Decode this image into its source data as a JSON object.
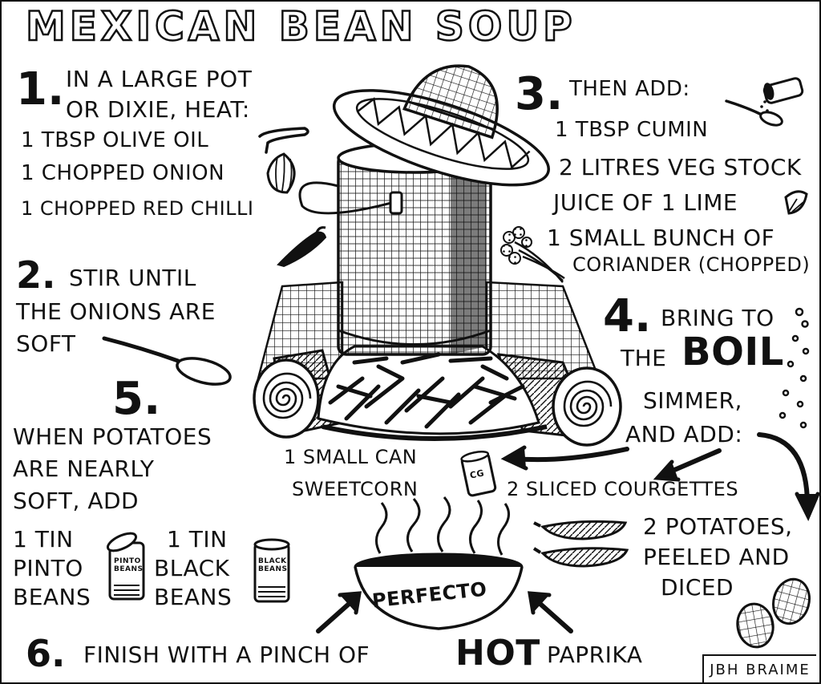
{
  "title": "MEXICAN BEAN SOUP",
  "step1": {
    "number": "1.",
    "line1": "IN A LARGE POT",
    "line2": "OR DIXIE, HEAT:",
    "items": [
      "1 TBSP OLIVE OIL",
      "1 CHOPPED ONION",
      "1 CHOPPED RED CHILLI"
    ]
  },
  "step2": {
    "number": "2.",
    "line1": "STIR UNTIL",
    "line2": "THE ONIONS ARE",
    "line3": "SOFT"
  },
  "step3": {
    "number": "3.",
    "line1": "THEN ADD:",
    "items": [
      "1 TBSP CUMIN",
      "2 LITRES VEG STOCK",
      "JUICE OF 1 LIME",
      "1 SMALL BUNCH OF",
      "CORIANDER (CHOPPED)"
    ]
  },
  "step4": {
    "number": "4.",
    "line1": "BRING TO",
    "line2_pre": "THE",
    "line2_big": "BOIL",
    "line3": "SIMMER,",
    "line4": "AND ADD:"
  },
  "sweetcorn": {
    "line1": "1 SMALL CAN",
    "line2": "SWEETCORN"
  },
  "courgettes": "2 SLICED COURGETTES",
  "potatoes": {
    "line1": "2 POTATOES,",
    "line2": "PEELED AND",
    "line3": "DICED"
  },
  "step5": {
    "number": "5.",
    "line1": "WHEN POTATOES",
    "line2": "ARE NEARLY",
    "line3": "SOFT, ADD",
    "pinto": {
      "line1": "1 TIN",
      "line2": "PINTO",
      "line3": "BEANS"
    },
    "black": {
      "line1": "1 TIN",
      "line2": "BLACK",
      "line3": "BEANS"
    }
  },
  "labels": {
    "pinto_can": [
      "PINTO",
      "BEANS"
    ],
    "black_can": [
      "BLACK",
      "BEANS"
    ],
    "corn_can": "CG",
    "bowl": "PERFECTO"
  },
  "step6": {
    "number": "6.",
    "pre": "FINISH WITH A PINCH OF",
    "big": "HOT",
    "post": "PAPRIKA"
  },
  "signature": "JBH BRAIME"
}
